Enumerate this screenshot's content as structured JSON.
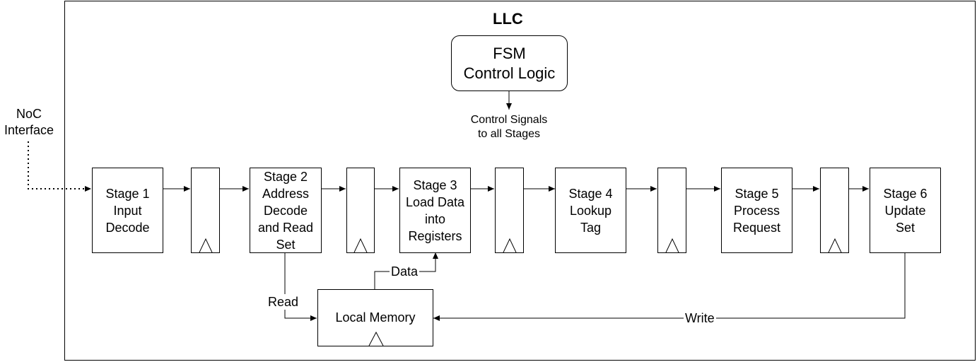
{
  "llc": {
    "title": "LLC"
  },
  "fsm": {
    "line1": "FSM",
    "line2": "Control Logic"
  },
  "control_note": {
    "line1": "Control Signals",
    "line2": "to all Stages"
  },
  "noc": {
    "line1": "NoC",
    "line2": "Interface"
  },
  "stages": [
    {
      "lines": [
        "Stage 1",
        "Input",
        "Decode"
      ]
    },
    {
      "lines": [
        "Stage 2",
        "Address",
        "Decode",
        "and Read",
        "Set"
      ]
    },
    {
      "lines": [
        "Stage 3",
        "Load Data",
        "into",
        "Registers"
      ]
    },
    {
      "lines": [
        "Stage 4",
        "Lookup",
        "Tag"
      ]
    },
    {
      "lines": [
        "Stage 5",
        "Process",
        "Request"
      ]
    },
    {
      "lines": [
        "Stage 6",
        "Update",
        "Set"
      ]
    }
  ],
  "memory": {
    "label": "Local Memory"
  },
  "edges": {
    "read": "Read",
    "data": "Data",
    "write": "Write"
  }
}
